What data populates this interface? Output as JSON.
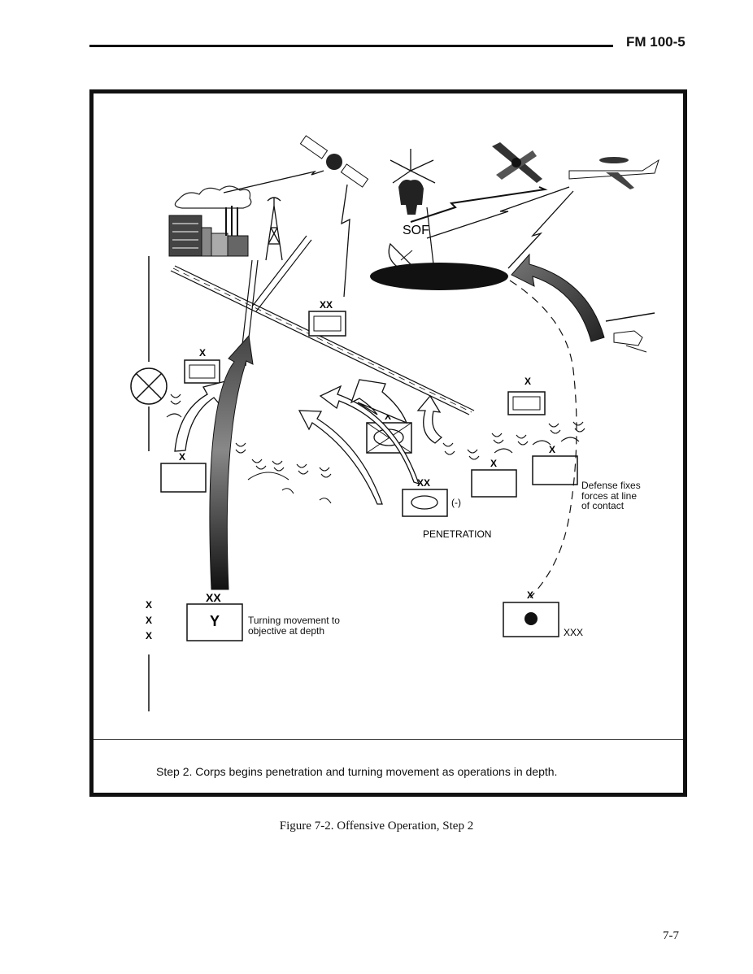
{
  "header": {
    "doc_id": "FM 100-5"
  },
  "diagram": {
    "sof_label": "SOF",
    "unit_echelons": {
      "xx_top": "XX",
      "x_left": "X",
      "x_mid_left": "X",
      "x_center": "X",
      "xx_center": "XX",
      "x_right": "X",
      "x_right_low": "X",
      "x_far_right": "X",
      "xx_start": "XX",
      "x_bottom_right": "X"
    },
    "reduced_marker": "(-)",
    "penetration_label": "PENETRATION",
    "corps_side_marks": [
      "X",
      "X",
      "X"
    ],
    "unit_y_letter": "Y",
    "turning_label_line1": "Turning movement to",
    "turning_label_line2": "objective at depth",
    "defense_label_line1": "Defense fixes",
    "defense_label_line2": "forces at line",
    "defense_label_line3": "of contact",
    "xxx_label": "XXX"
  },
  "step_caption": "Step 2.  Corps begins penetration and turning movement as operations in depth.",
  "figure_caption": "Figure 7-2. Offensive Operation, Step 2",
  "page_number": "7-7"
}
